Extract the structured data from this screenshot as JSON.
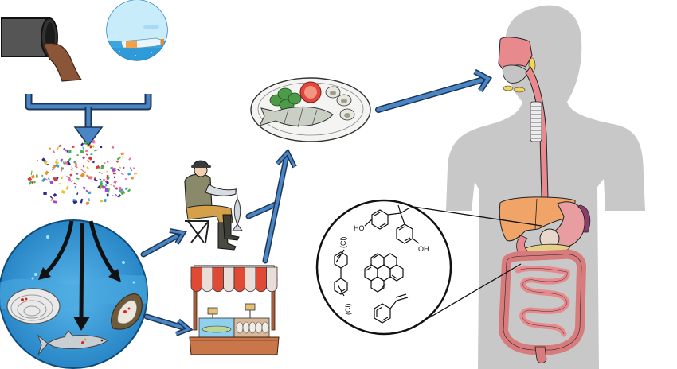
{
  "diagram": {
    "stages": [
      {
        "id": "sewage-pipe",
        "label": ""
      },
      {
        "id": "floating-bottle",
        "label": ""
      },
      {
        "id": "microplastics",
        "label": ""
      },
      {
        "id": "ocean-organisms",
        "label": ""
      },
      {
        "id": "fisherman",
        "label": ""
      },
      {
        "id": "market-stall",
        "label": ""
      },
      {
        "id": "seafood-plate",
        "label": ""
      },
      {
        "id": "human-digestive-system",
        "label": ""
      }
    ],
    "chemicals": {
      "bisphenol_a": {
        "hydroxyl_left": "HO",
        "hydroxyl_right": "OH"
      },
      "pcb": {
        "substituent_top": "(Cl)",
        "substituent_bottom": "(Cl)"
      }
    },
    "colors": {
      "arrow_fill": "#4a86c5",
      "arrow_outline": "#1d3557",
      "ocean": "#2f8fd0",
      "body_silhouette": "#c8c8c8",
      "digestive_tract": "#e8858a",
      "liver": "#f0a468",
      "awning_red": "#e04a35",
      "stall_wood": "#c8764a"
    }
  }
}
